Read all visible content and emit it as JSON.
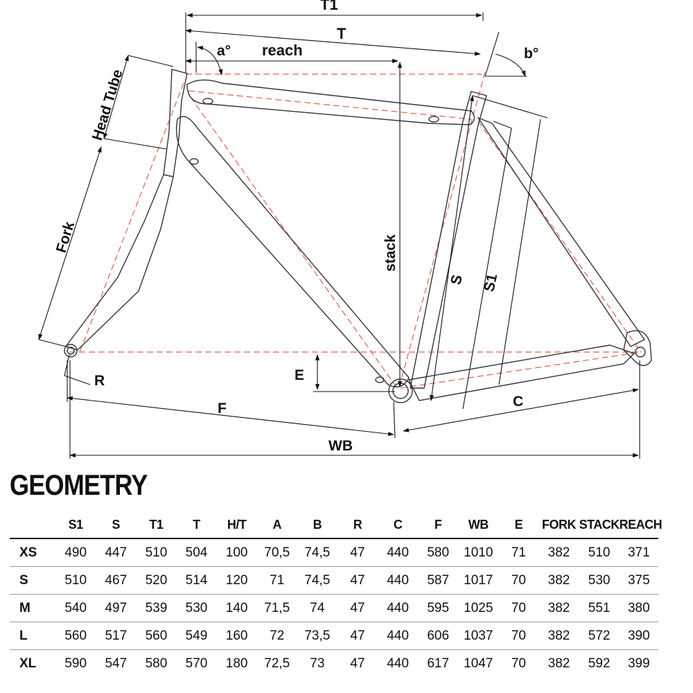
{
  "diagram": {
    "labels": {
      "T1": "T1",
      "T": "T",
      "a": "a°",
      "b": "b°",
      "reach": "reach",
      "head_tube": "Head Tube",
      "fork": "Fork",
      "stack": "stack",
      "S": "S",
      "S1": "S1",
      "E": "E",
      "R": "R",
      "F": "F",
      "WB": "WB",
      "C": "C"
    }
  },
  "geometry": {
    "title": "GEOMETRY",
    "columns": [
      "",
      "S1",
      "S",
      "T1",
      "T",
      "H/T",
      "A",
      "B",
      "R",
      "C",
      "F",
      "WB",
      "E",
      "FORK",
      "STACK",
      "REACH"
    ],
    "rows": [
      [
        "XS",
        "490",
        "447",
        "510",
        "504",
        "100",
        "70,5",
        "74,5",
        "47",
        "440",
        "580",
        "1010",
        "71",
        "382",
        "510",
        "371"
      ],
      [
        "S",
        "510",
        "467",
        "520",
        "514",
        "120",
        "71",
        "74,5",
        "47",
        "440",
        "587",
        "1017",
        "70",
        "382",
        "530",
        "375"
      ],
      [
        "M",
        "540",
        "497",
        "539",
        "530",
        "140",
        "71,5",
        "74",
        "47",
        "440",
        "595",
        "1025",
        "70",
        "382",
        "551",
        "380"
      ],
      [
        "L",
        "560",
        "517",
        "560",
        "549",
        "160",
        "72",
        "73,5",
        "47",
        "440",
        "606",
        "1037",
        "70",
        "382",
        "572",
        "390"
      ],
      [
        "XL",
        "590",
        "547",
        "580",
        "570",
        "180",
        "72,5",
        "73",
        "47",
        "440",
        "617",
        "1047",
        "70",
        "382",
        "592",
        "399"
      ]
    ]
  }
}
